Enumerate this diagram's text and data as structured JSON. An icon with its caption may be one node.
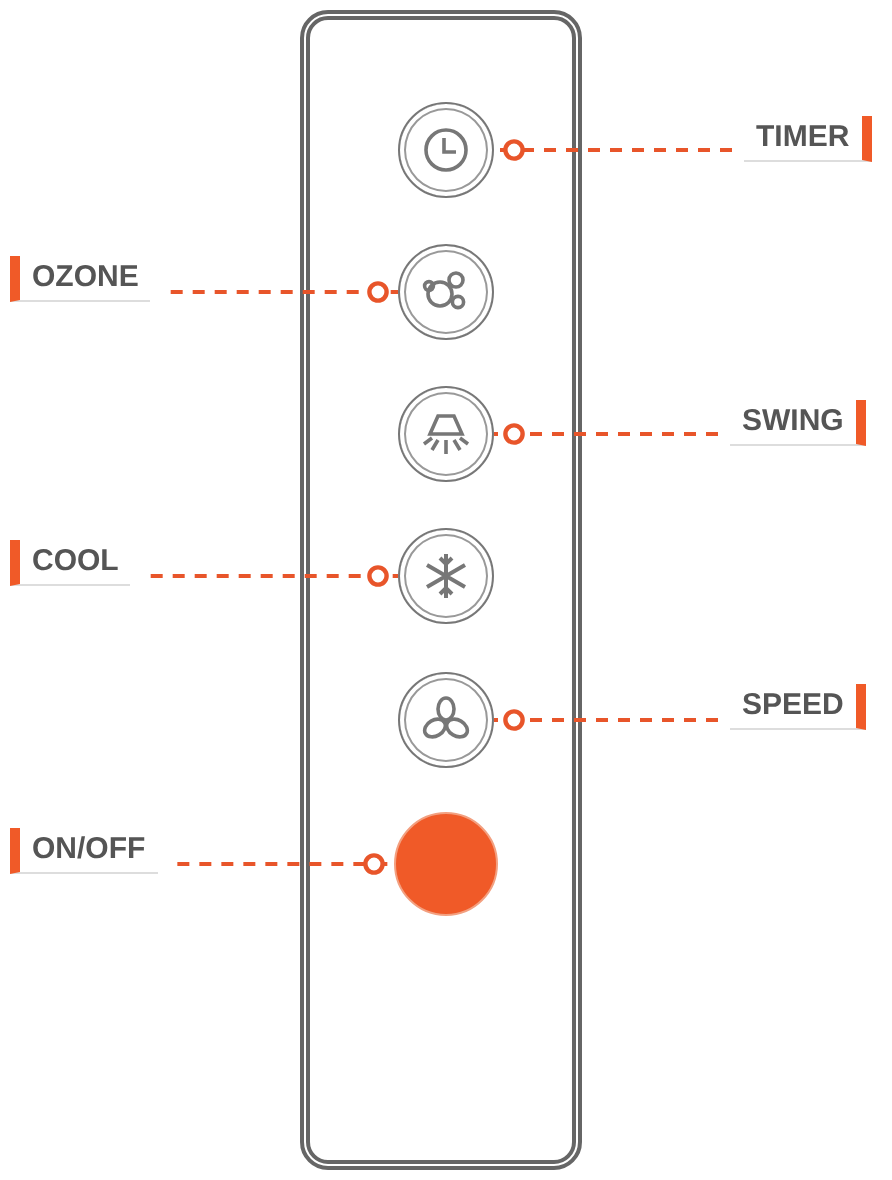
{
  "diagram": {
    "nodes": [
      {
        "text": [],
        "shape": "box"
      },
      {
        "text": [],
        "shape": "circle",
        "in": 0
      },
      {
        "text": [],
        "shape": "circle",
        "in": 0
      },
      {
        "text": [],
        "shape": "circle",
        "in": 0
      },
      {
        "text": [],
        "shape": "circle",
        "in": 0
      },
      {
        "text": [],
        "shape": "circle",
        "in": 0
      },
      {
        "text": [],
        "shape": "circle",
        "in": 0
      },
      {
        "text": [
          "TIMER"
        ]
      },
      {
        "text": [
          "OZONE"
        ]
      },
      {
        "text": [
          "SWING"
        ]
      },
      {
        "text": [
          "COOL"
        ]
      },
      {
        "text": [
          "SPEED"
        ]
      },
      {
        "text": [
          "ON/OFF"
        ]
      }
    ],
    "edges": [
      {
        "from": 7,
        "to": 1,
        "arrow": "other",
        "style": "dashed"
      },
      {
        "from": 8,
        "to": 2,
        "arrow": "other",
        "style": "dashed"
      },
      {
        "from": 9,
        "to": 3,
        "arrow": "other",
        "style": "dashed"
      },
      {
        "from": 10,
        "to": 4,
        "arrow": "other",
        "style": "dashed"
      },
      {
        "from": 11,
        "to": 5,
        "arrow": "other",
        "style": "dashed"
      },
      {
        "from": 12,
        "to": 6,
        "arrow": "other",
        "style": "dashed"
      }
    ]
  }
}
